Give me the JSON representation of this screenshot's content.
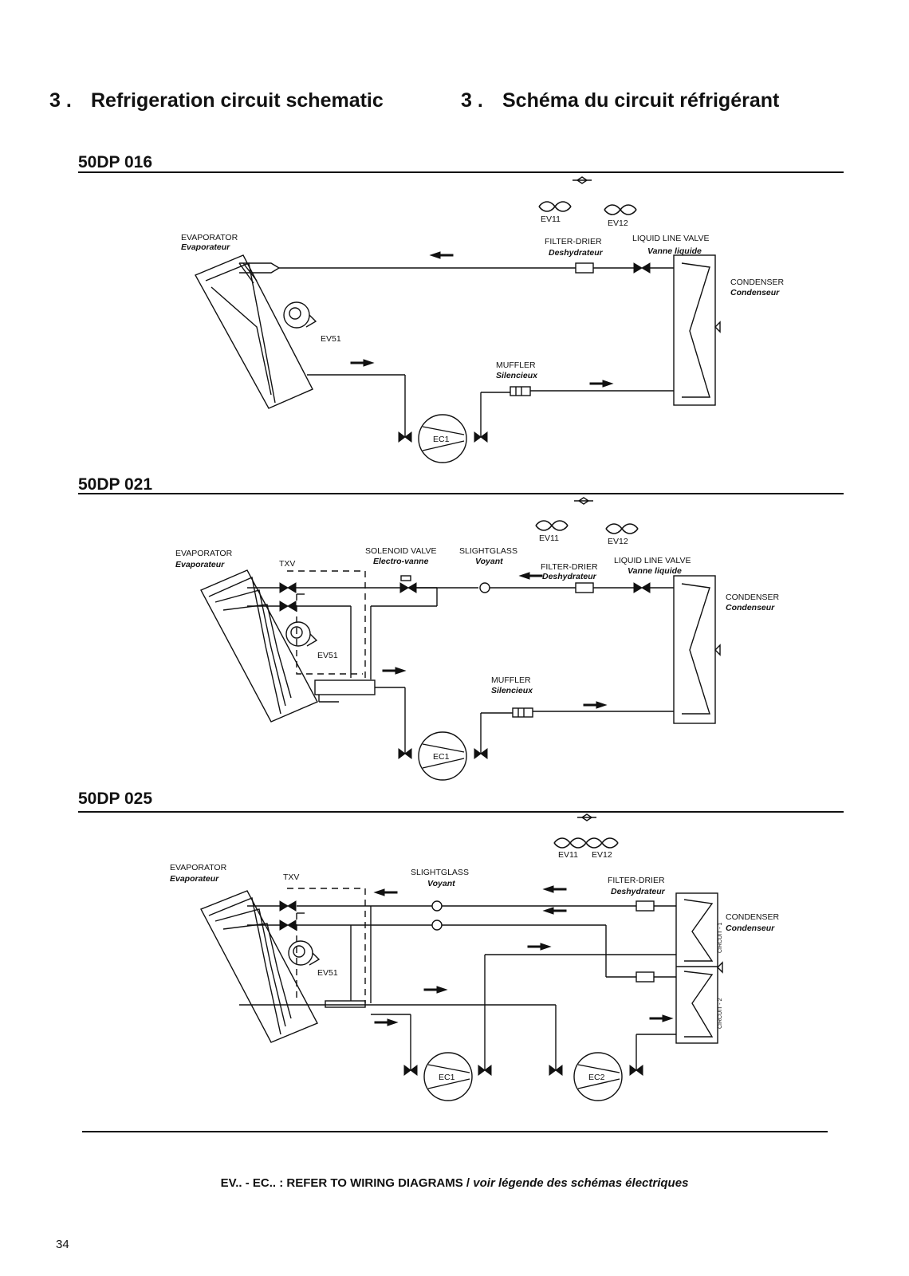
{
  "header": {
    "number": "3 .",
    "title_en": "Refrigeration circuit schematic",
    "number_fr": "3 .",
    "title_fr": "Schéma du circuit réfrigérant"
  },
  "sections": [
    {
      "model": "50DP 016",
      "labels": {
        "evaporator": "EVAPORATOR",
        "evaporator_fr": "Evaporateur",
        "ev11": "EV11",
        "ev12": "EV12",
        "ev51": "EV51",
        "filter": "FILTER-DRIER",
        "filter_fr": "Deshydrateur",
        "llv": "LIQUID LINE VALVE",
        "llv_fr": "Vanne liquide",
        "condenser": "CONDENSER",
        "condenser_fr": "Condenseur",
        "muffler": "MUFFLER",
        "muffler_fr": "Silencieux",
        "ec1": "EC1"
      }
    },
    {
      "model": "50DP 021",
      "labels": {
        "evaporator": "EVAPORATOR",
        "evaporator_fr": "Evaporateur",
        "txv": "TXV",
        "solenoid": "SOLENOID VALVE",
        "solenoid_fr": "Electro-vanne",
        "sight": "SLIGHTGLASS",
        "sight_fr": "Voyant",
        "ev11": "EV11",
        "ev12": "EV12",
        "ev51": "EV51",
        "filter": "FILTER-DRIER",
        "filter_fr": "Deshydrateur",
        "llv": "LIQUID LINE VALVE",
        "llv_fr": "Vanne liquide",
        "condenser": "CONDENSER",
        "condenser_fr": "Condenseur",
        "muffler": "MUFFLER",
        "muffler_fr": "Silencieux",
        "ec1": "EC1"
      }
    },
    {
      "model": "50DP 025",
      "labels": {
        "evaporator": "EVAPORATOR",
        "evaporator_fr": "Evaporateur",
        "txv": "TXV",
        "sight": "SLIGHTGLASS",
        "sight_fr": "Voyant",
        "ev11": "EV11",
        "ev12": "EV12",
        "ev51": "EV51",
        "filter": "FILTER-DRIER",
        "filter_fr": "Deshydrateur",
        "condenser": "CONDENSER",
        "condenser_fr": "Condenseur",
        "circuit1": "CIRCUIT - 1",
        "circuit2": "CIRCUIT - 2",
        "ec1": "EC1",
        "ec2": "EC2"
      }
    }
  ],
  "footer": {
    "text": "EV.. - EC.. : REFER TO WIRING DIAGRAMS / ",
    "text_fr": "voir légende des schémas électriques"
  },
  "page_number": "34"
}
